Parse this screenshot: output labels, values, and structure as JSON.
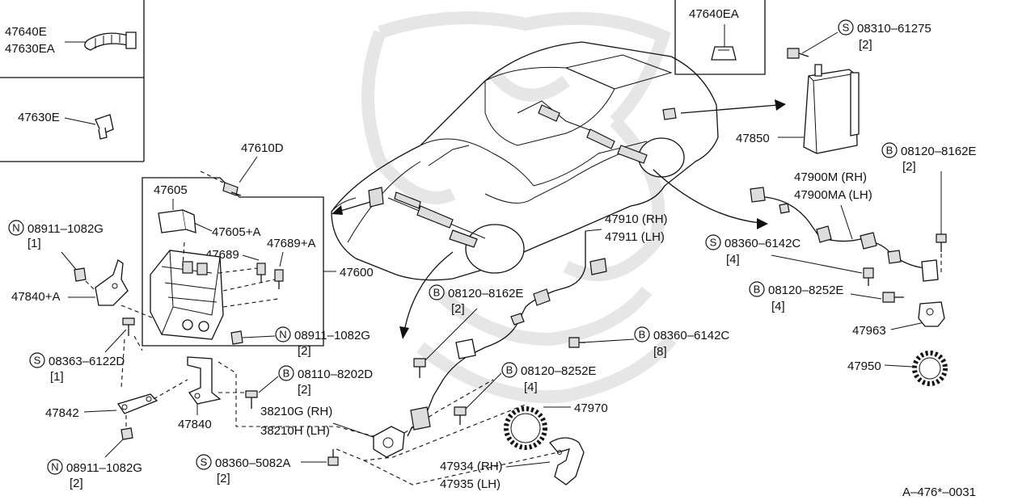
{
  "diagram_code": "A–476*–0031",
  "insets": [
    {
      "id": "inset-top-left-1",
      "labels": [
        "47640E",
        "47630EA"
      ]
    },
    {
      "id": "inset-top-left-2",
      "labels": [
        "47630E"
      ]
    },
    {
      "id": "inset-top-center",
      "labels": [
        "47640EA"
      ]
    }
  ],
  "parts": {
    "p47610D": "47610D",
    "p47605": "47605",
    "p47605A": "47605+A",
    "p47689": "47689",
    "p47689A": "47689+A",
    "p47600": "47600",
    "p47840A": "47840+A",
    "p47842": "47842",
    "p47840": "47840",
    "p47850": "47850",
    "p47900M": "47900M (RH)",
    "p47900MA": "47900MA (LH)",
    "p47963": "47963",
    "p47950": "47950",
    "p47910": "47910 (RH)",
    "p47911": "47911 (LH)",
    "p47970": "47970",
    "p47934": "47934 (RH)",
    "p47935": "47935 (LH)",
    "p38210G": "38210G (RH)",
    "p38210H": "38210H (LH)"
  },
  "fasteners": [
    {
      "id": "f-n-08911-1082g-top",
      "prefix": "N",
      "number": "08911–1082G",
      "qty": "[1]"
    },
    {
      "id": "f-s-08363-6122d",
      "prefix": "S",
      "number": "08363–6122D",
      "qty": "[1]"
    },
    {
      "id": "f-n-08911-1082g-mid",
      "prefix": "N",
      "number": "08911–1082G",
      "qty": "[2]"
    },
    {
      "id": "f-b-08110-8202d",
      "prefix": "B",
      "number": "08110–8202D",
      "qty": "[2]"
    },
    {
      "id": "f-n-08911-1082g-bot",
      "prefix": "N",
      "number": "08911–1082G",
      "qty": "[2]"
    },
    {
      "id": "f-s-08360-5082a",
      "prefix": "S",
      "number": "08360–5082A",
      "qty": "[2]"
    },
    {
      "id": "f-b-08120-8162e-front",
      "prefix": "B",
      "number": "08120–8162E",
      "qty": "[2]"
    },
    {
      "id": "f-b-08360-6142c-front",
      "prefix": "B",
      "number": "08360–6142C",
      "qty": "[8]"
    },
    {
      "id": "f-b-08120-8252e-front",
      "prefix": "B",
      "number": "08120–8252E",
      "qty": "[4]"
    },
    {
      "id": "f-s-08310-61275",
      "prefix": "S",
      "number": "08310–61275",
      "qty": "[2]"
    },
    {
      "id": "f-b-08120-8162e-rear",
      "prefix": "B",
      "number": "08120–8162E",
      "qty": "[2]"
    },
    {
      "id": "f-s-08360-6142c-rear",
      "prefix": "S",
      "number": "08360–6142C",
      "qty": "[4]"
    },
    {
      "id": "f-b-08120-8252e-rear",
      "prefix": "B",
      "number": "08120–8252E",
      "qty": "[4]"
    }
  ]
}
